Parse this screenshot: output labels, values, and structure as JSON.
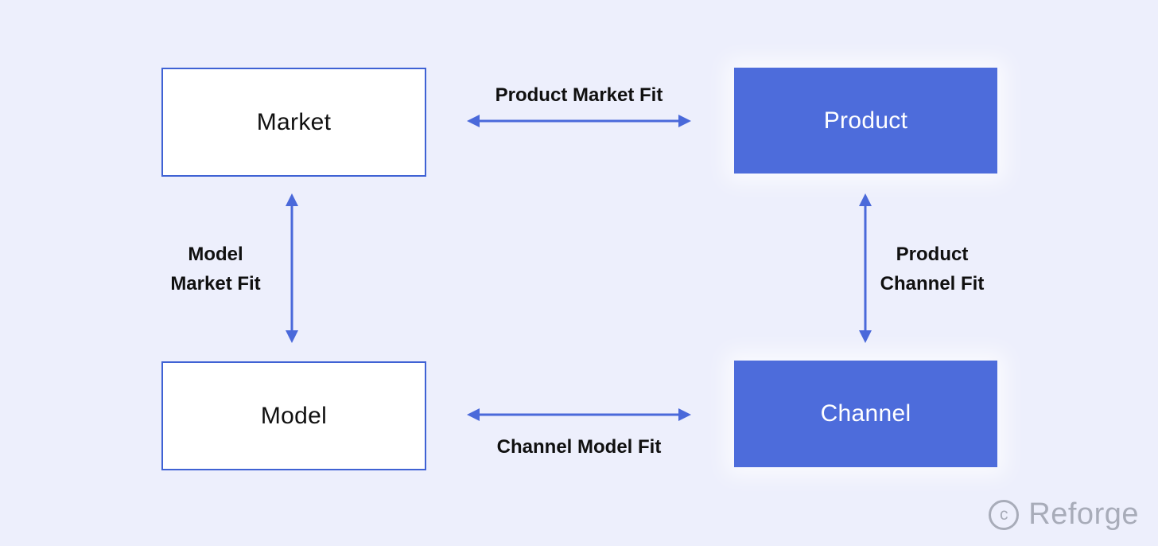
{
  "diagram": {
    "nodes": {
      "market": {
        "label": "Market",
        "style": "outline"
      },
      "product": {
        "label": "Product",
        "style": "filled"
      },
      "model": {
        "label": "Model",
        "style": "outline"
      },
      "channel": {
        "label": "Channel",
        "style": "filled"
      }
    },
    "edges": {
      "product_market": {
        "label": "Product Market Fit",
        "between": [
          "market",
          "product"
        ],
        "direction": "bidirectional"
      },
      "model_market": {
        "line1": "Model",
        "line2": "Market Fit",
        "between": [
          "market",
          "model"
        ],
        "direction": "bidirectional"
      },
      "product_channel": {
        "line1": "Product",
        "line2": "Channel Fit",
        "between": [
          "product",
          "channel"
        ],
        "direction": "bidirectional"
      },
      "channel_model": {
        "label": "Channel Model Fit",
        "between": [
          "model",
          "channel"
        ],
        "direction": "bidirectional"
      }
    },
    "colors": {
      "background": "#edeffc",
      "node_fill": "#4d6cdb",
      "node_border": "#3f62d4",
      "arrow": "#4a69da",
      "text_dark": "#101010",
      "text_light": "#ffffff",
      "watermark": "#a8acb9"
    }
  },
  "watermark": {
    "symbol": "c",
    "text": "Reforge"
  }
}
